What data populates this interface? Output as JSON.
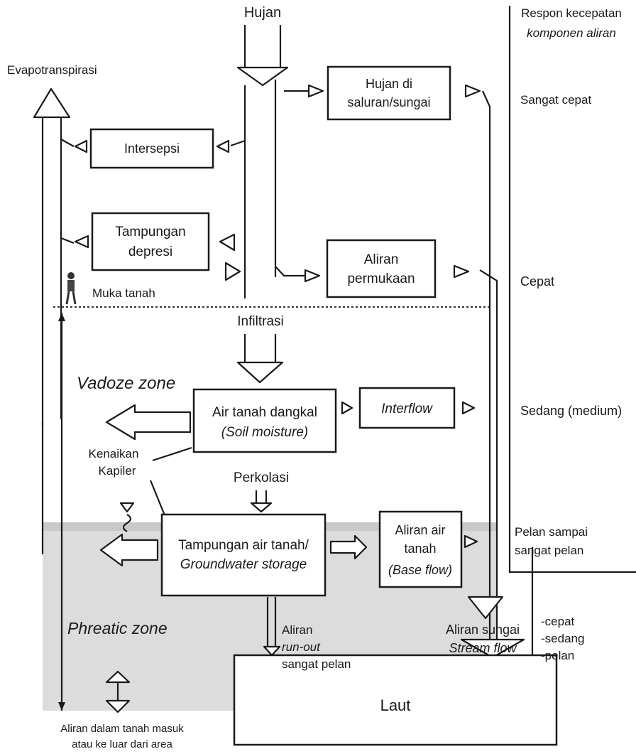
{
  "labels": {
    "hujan": "Hujan",
    "evapotranspirasi": "Evapotranspirasi",
    "respon_title_1": "Respon kecepatan",
    "respon_title_2": "komponen aliran",
    "hujan_saluran_1": "Hujan di",
    "hujan_saluran_2": "saluran/sungai",
    "intersepsi": "Intersepsi",
    "tampungan_depresi_1": "Tampungan",
    "tampungan_depresi_2": "depresi",
    "aliran_permukaan_1": "Aliran",
    "aliran_permukaan_2": "permukaan",
    "muka_tanah": "Muka tanah",
    "infiltrasi": "Infiltrasi",
    "vadoze_zone": "Vadoze zone",
    "air_tanah_dangkal_1": "Air tanah dangkal",
    "air_tanah_dangkal_2": "(Soil moisture)",
    "interflow": "Interflow",
    "kenaikan_1": "Kenaikan",
    "kenaikan_2": "Kapiler",
    "perkolasi": "Perkolasi",
    "tampungan_air_tanah_1": "Tampungan air tanah/",
    "tampungan_air_tanah_2": "Groundwater storage",
    "aliran_air_tanah_1": "Aliran air",
    "aliran_air_tanah_2": "tanah",
    "aliran_air_tanah_3": "(Base flow)",
    "phreatic_zone": "Phreatic zone",
    "runout_1": "Aliran",
    "runout_2": "run-out",
    "runout_3": "sangat pelan",
    "aliran_sungai_1": "Aliran sungai",
    "aliran_sungai_2": "Stream flow",
    "laut": "Laut",
    "aliran_dalam_1": "Aliran dalam tanah masuk",
    "aliran_dalam_2": "atau ke luar dari area"
  },
  "speed_labels": {
    "sangat_cepat": "Sangat cepat",
    "cepat": "Cepat",
    "sedang": "Sedang (medium)",
    "pelan_1": "Pelan sampai",
    "pelan_2": "sangat pelan",
    "legend_cepat": "-cepat",
    "legend_sedang": "-sedang",
    "legend_pelan": "-pelan"
  },
  "colors": {
    "ground_shade": "#d9d9d9",
    "stroke": "#1a1a1a",
    "background": "#ffffff"
  }
}
